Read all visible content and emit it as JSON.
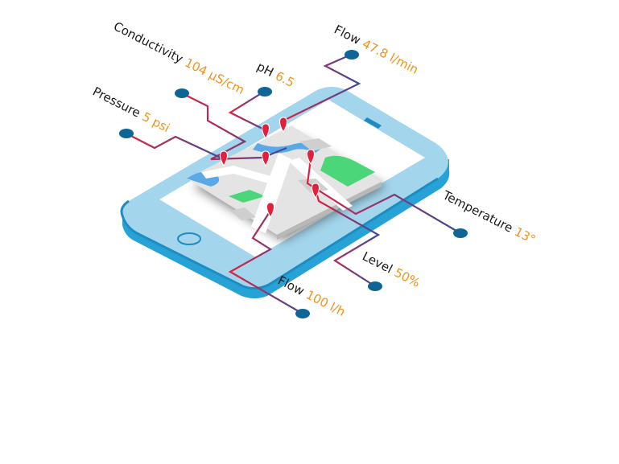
{
  "colors": {
    "phone_outer": "#9fd3ea",
    "phone_edge": "#1e8cc0",
    "screen": "#ffffff",
    "map_base": "#e4e4e4",
    "map_water": "#5aa8e6",
    "map_park": "#4cd67a",
    "pin": "#e0203c",
    "dot": "#0d6694",
    "line_start": "#e0203c",
    "line_end": "#3f4a9a",
    "value_text": "#f0921c"
  },
  "sensors": [
    {
      "id": "flow-top",
      "name": "Flow",
      "value": "47.8 l/min"
    },
    {
      "id": "ph",
      "name": "pH",
      "value": "6.5"
    },
    {
      "id": "conductivity",
      "name": "Conductivity",
      "value": "104 µS/cm"
    },
    {
      "id": "pressure",
      "name": "Pressure",
      "value": "5 psi"
    },
    {
      "id": "temperature",
      "name": "Temperature",
      "value": "13°"
    },
    {
      "id": "level",
      "name": "Level",
      "value": "50%"
    },
    {
      "id": "flow-bottom",
      "name": "Flow",
      "value": "100 l/h"
    }
  ]
}
